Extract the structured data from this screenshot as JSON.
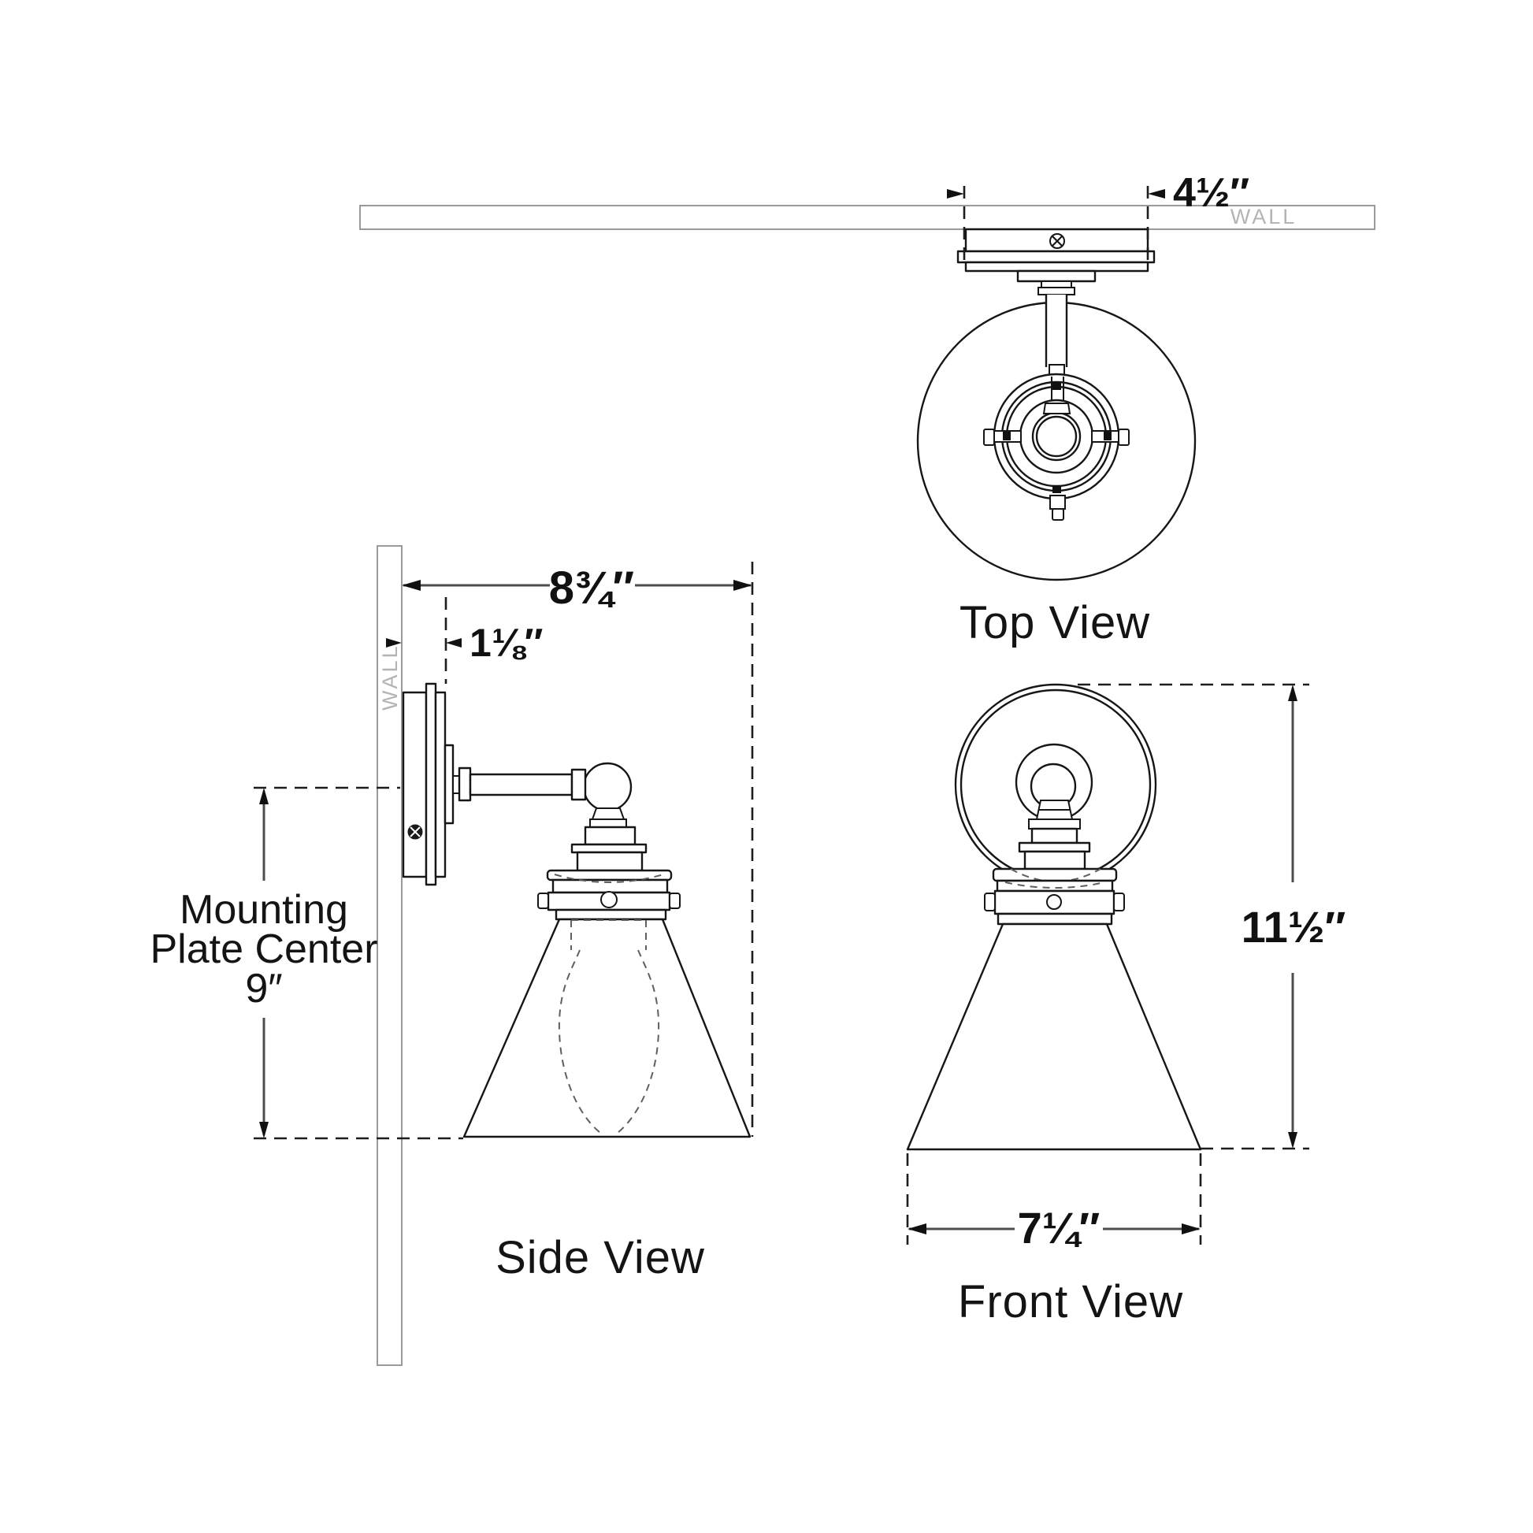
{
  "views": {
    "top_label": "Top View",
    "side_label": "Side View",
    "front_label": "Front View"
  },
  "dimensions": {
    "plate_width": "4½″",
    "projection": "8¾″",
    "backplate_depth": "1⅛″",
    "mounting_line1": "Mounting",
    "mounting_line2": "Plate Center",
    "mounting_line3": "9″",
    "overall_height": "11½″",
    "shade_width": "7¼″"
  },
  "wall": {
    "top_label": "WALL",
    "side_label": "WALL"
  },
  "colors": {
    "line": "#161616",
    "dimension_line": "#4d4d4d",
    "wall_outline": "#9a9a9a",
    "hatch": "#b4b4b4",
    "wall_text": "#b4b4b4",
    "hidden_line": "#5f5f5f",
    "background": "#ffffff"
  }
}
